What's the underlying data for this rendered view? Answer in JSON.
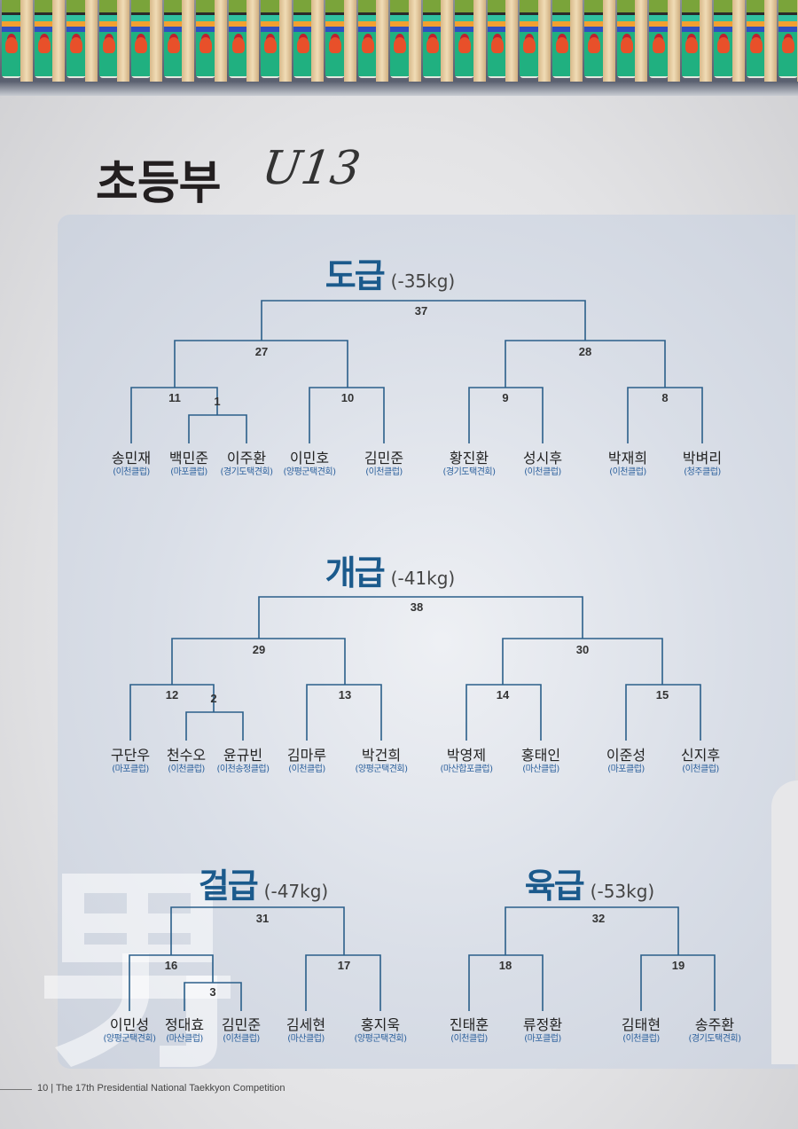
{
  "page": {
    "title": "초등부",
    "age_group": "U13",
    "watermark": "男",
    "footer": "10 | The 17th Presidential National Taekkyon Competition"
  },
  "brackets": [
    {
      "title": "도급",
      "weight": "(-35kg)",
      "matches": [
        "37",
        "27",
        "28",
        "11",
        "1",
        "10",
        "9",
        "8"
      ],
      "players": [
        {
          "name": "송민재",
          "club": "(이천클럽)"
        },
        {
          "name": "백민준",
          "club": "(마포클럽)"
        },
        {
          "name": "이주환",
          "club": "(경기도택견회)"
        },
        {
          "name": "이민호",
          "club": "(양평군택견회)"
        },
        {
          "name": "김민준",
          "club": "(이천클럽)"
        },
        {
          "name": "황진환",
          "club": "(경기도택견회)"
        },
        {
          "name": "성시후",
          "club": "(이천클럽)"
        },
        {
          "name": "박재희",
          "club": "(이천클럽)"
        },
        {
          "name": "박벼리",
          "club": "(청주클럽)"
        }
      ]
    },
    {
      "title": "개급",
      "weight": "(-41kg)",
      "matches": [
        "38",
        "29",
        "30",
        "12",
        "2",
        "13",
        "14",
        "15"
      ],
      "players": [
        {
          "name": "구단우",
          "club": "(마포클럽)"
        },
        {
          "name": "천수오",
          "club": "(이천클럽)"
        },
        {
          "name": "윤규빈",
          "club": "(이천송정클럽)"
        },
        {
          "name": "김마루",
          "club": "(이천클럽)"
        },
        {
          "name": "박건희",
          "club": "(양평군택견회)"
        },
        {
          "name": "박영제",
          "club": "(마산합포클럽)"
        },
        {
          "name": "홍태인",
          "club": "(마산클럽)"
        },
        {
          "name": "이준성",
          "club": "(마포클럽)"
        },
        {
          "name": "신지후",
          "club": "(이천클럽)"
        }
      ]
    },
    {
      "title": "걸급",
      "weight": "(-47kg)",
      "matches": [
        "31",
        "16",
        "3",
        "17"
      ],
      "players": [
        {
          "name": "이민성",
          "club": "(양평군택견회)"
        },
        {
          "name": "정대효",
          "club": "(마산클럽)"
        },
        {
          "name": "김민준",
          "club": "(이천클럽)"
        },
        {
          "name": "김세현",
          "club": "(마산클럽)"
        },
        {
          "name": "홍지욱",
          "club": "(양평군택견회)"
        }
      ]
    },
    {
      "title": "육급",
      "weight": "(-53kg)",
      "matches": [
        "32",
        "18",
        "19"
      ],
      "players": [
        {
          "name": "진태훈",
          "club": "(이천클럽)"
        },
        {
          "name": "류정환",
          "club": "(마포클럽)"
        },
        {
          "name": "김태현",
          "club": "(이천클럽)"
        },
        {
          "name": "송주환",
          "club": "(경기도택견회)"
        }
      ]
    }
  ],
  "colors": {
    "accent": "#1b5a8c",
    "line": "#2b5f8a",
    "club": "#2a5f9c"
  }
}
